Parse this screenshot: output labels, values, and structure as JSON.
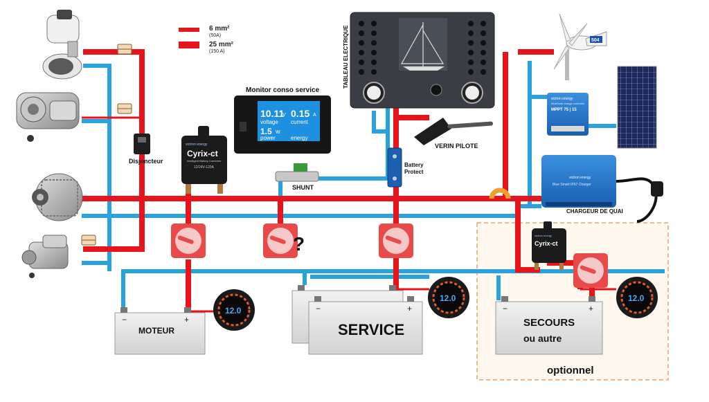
{
  "legend": {
    "thin_wire": {
      "label": "6 mm²",
      "rating": "(50A)"
    },
    "thick_wire": {
      "label": "25 mm²",
      "rating": "(150 A)"
    }
  },
  "labels": {
    "disjoncteur": "Disjoncteur",
    "monitor_title": "Monitor conso service",
    "shunt": "SHUNT",
    "battery_protect_line1": "Battery",
    "battery_protect_line2": "Protect",
    "tableau": "TABLEAU ELECTRIQUE",
    "verin": "VERIN PILOTE",
    "chargeur": "CHARGEUR DE QUAI",
    "optionnel": "optionnel",
    "question": "?"
  },
  "cyrix": {
    "brand": "victron energy",
    "name": "Cyrix-ct",
    "sub": "Intelligent Battery Combiner",
    "spec": "12/24V-120A"
  },
  "monitor": {
    "voltage_value": "10.11",
    "voltage_unit": "V",
    "current_value": "0.15",
    "current_unit": "A",
    "power_value": "1.5",
    "power_unit": "W",
    "label_voltage": "voltage",
    "label_current": "current",
    "label_power": "power",
    "label_energy": "energy"
  },
  "voltmeter_reading": "12.0",
  "mppt": {
    "brand": "victron energy",
    "model": "MPPT 75 | 15",
    "sub": "BlueSolar charge controller"
  },
  "charger": {
    "brand": "victron energy",
    "model": "Blue Smart IP67 Charger"
  },
  "wind_badge": "504",
  "batteries": {
    "moteur": "MOTEUR",
    "service": "SERVICE",
    "secours_line1": "SECOURS",
    "secours_line2": "ou autre",
    "minus": "−",
    "plus": "+"
  },
  "colors": {
    "positive": "#e8141b",
    "negative": "#29a3e0",
    "switch_red": "#e84a4a",
    "optional_border": "#e7a36b",
    "optional_fill": "#fdf7ed"
  }
}
